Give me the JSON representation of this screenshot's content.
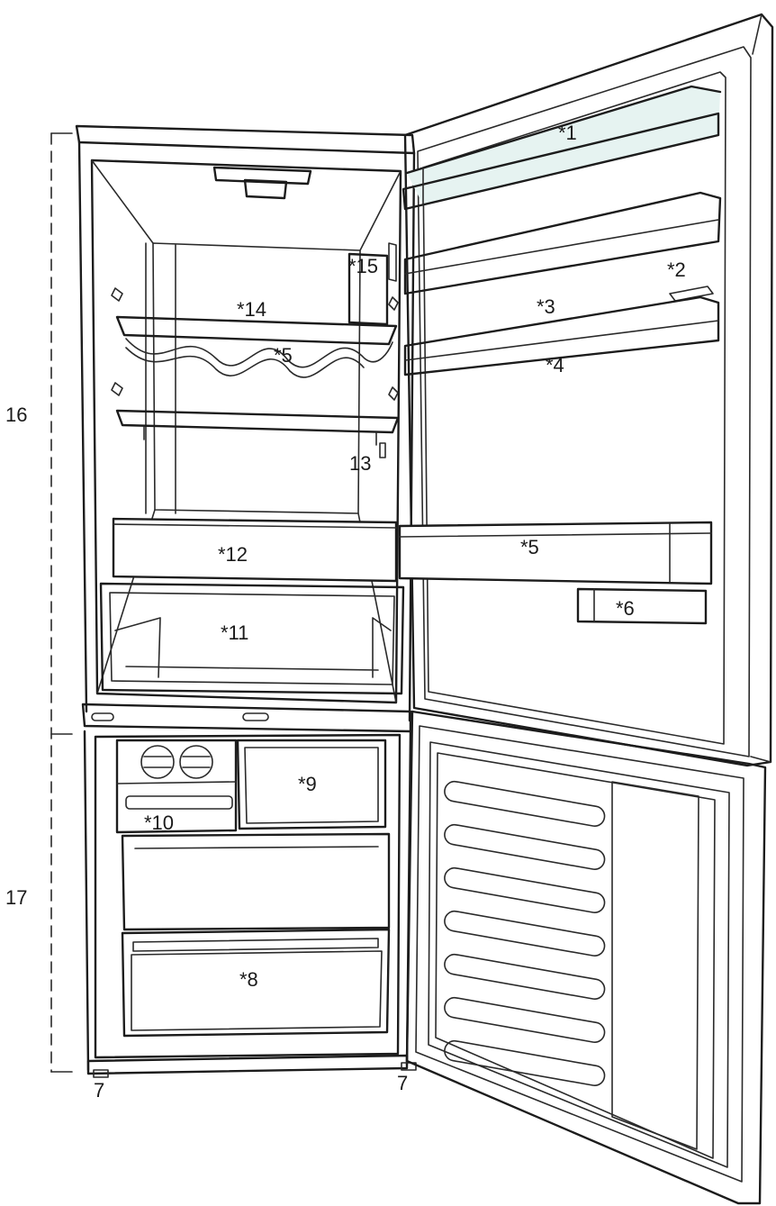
{
  "labels": {
    "l1": "*1",
    "l2": "*2",
    "l3": "*3",
    "l4": "*4",
    "l5_rack": "*5",
    "l5_door": "*5",
    "l6": "*6",
    "l7_left": "7",
    "l7_right": "7",
    "l8": "*8",
    "l9": "*9",
    "l10": "*10",
    "l11": "*11",
    "l12": "*12",
    "l13": "13",
    "l14": "*14",
    "l15": "*15",
    "l16": "16",
    "l17": "17"
  },
  "colors": {
    "line": "#1c1c1c",
    "highlight": "#e6f3f1",
    "background": "#ffffff"
  }
}
